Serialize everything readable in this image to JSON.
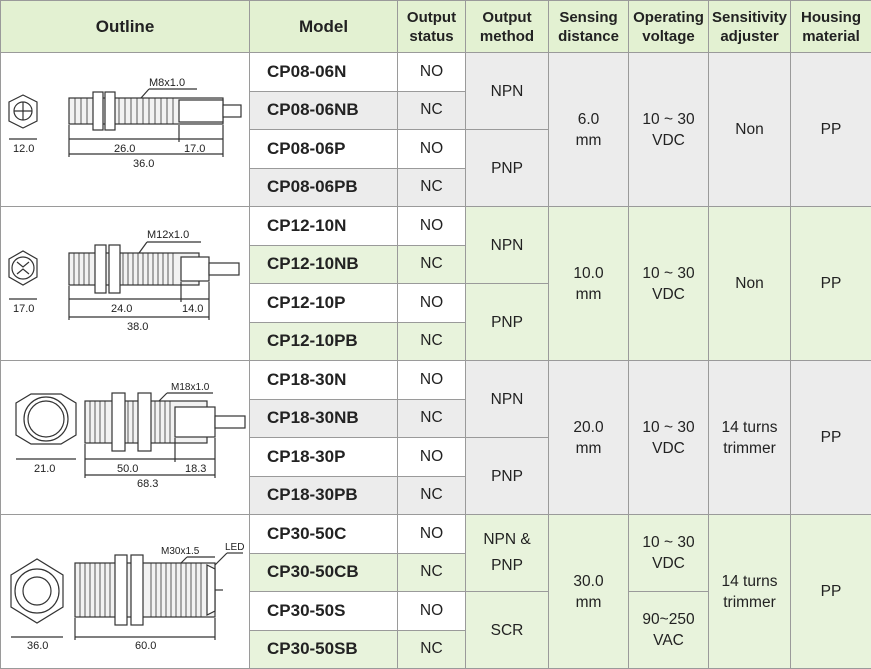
{
  "headers": {
    "outline": "Outline",
    "model": "Model",
    "output_status": [
      "Output",
      "status"
    ],
    "output_method": [
      "Output",
      "method"
    ],
    "sensing_distance": [
      "Sensing",
      "distance"
    ],
    "operating_voltage": [
      "Operating",
      "voltage"
    ],
    "sensitivity_adjuster": [
      "Sensitivity",
      "adjuster"
    ],
    "housing_material": [
      "Housing",
      "material"
    ]
  },
  "groups": [
    {
      "outline_labels": {
        "thread": "M8x1.0",
        "hex": "12.0",
        "a": "26.0",
        "b": "17.0",
        "total": "36.0"
      },
      "rows": [
        {
          "model": "CP08-06N",
          "status": "NO"
        },
        {
          "model": "CP08-06NB",
          "status": "NC"
        },
        {
          "model": "CP08-06P",
          "status": "NO"
        },
        {
          "model": "CP08-06PB",
          "status": "NC"
        }
      ],
      "method": [
        [
          "NPN"
        ],
        [
          "PNP"
        ]
      ],
      "distance": [
        "6.0",
        "mm"
      ],
      "voltage": [
        [
          "10 ~ 30",
          "VDC"
        ]
      ],
      "adjuster": [
        "Non"
      ],
      "material": "PP"
    },
    {
      "outline_labels": {
        "thread": "M12x1.0",
        "hex": "17.0",
        "a": "24.0",
        "b": "14.0",
        "total": "38.0"
      },
      "rows": [
        {
          "model": "CP12-10N",
          "status": "NO"
        },
        {
          "model": "CP12-10NB",
          "status": "NC"
        },
        {
          "model": "CP12-10P",
          "status": "NO"
        },
        {
          "model": "CP12-10PB",
          "status": "NC"
        }
      ],
      "method": [
        [
          "NPN"
        ],
        [
          "PNP"
        ]
      ],
      "distance": [
        "10.0",
        "mm"
      ],
      "voltage": [
        [
          "10 ~ 30",
          "VDC"
        ]
      ],
      "adjuster": [
        "Non"
      ],
      "material": "PP"
    },
    {
      "outline_labels": {
        "thread": "M18x1.0",
        "hex": "21.0",
        "a": "50.0",
        "b": "18.3",
        "total": "68.3"
      },
      "rows": [
        {
          "model": "CP18-30N",
          "status": "NO"
        },
        {
          "model": "CP18-30NB",
          "status": "NC"
        },
        {
          "model": "CP18-30P",
          "status": "NO"
        },
        {
          "model": "CP18-30PB",
          "status": "NC"
        }
      ],
      "method": [
        [
          "NPN"
        ],
        [
          "PNP"
        ]
      ],
      "distance": [
        "20.0",
        "mm"
      ],
      "voltage": [
        [
          "10 ~ 30",
          "VDC"
        ]
      ],
      "adjuster": [
        "14 turns",
        "trimmer"
      ],
      "material": "PP"
    },
    {
      "outline_labels": {
        "thread": "M30x1.5",
        "hex": "36.0",
        "a": "60.0",
        "led": "LED"
      },
      "rows": [
        {
          "model": "CP30-50C",
          "status": "NO"
        },
        {
          "model": "CP30-50CB",
          "status": "NC"
        },
        {
          "model": "CP30-50S",
          "status": "NO"
        },
        {
          "model": "CP30-50SB",
          "status": "NC"
        }
      ],
      "method": [
        [
          "NPN &",
          "PNP"
        ],
        [
          "SCR"
        ]
      ],
      "distance": [
        "30.0",
        "mm"
      ],
      "voltage": [
        [
          "10 ~ 30",
          "VDC"
        ],
        [
          "90~250",
          "VAC"
        ]
      ],
      "adjuster": [
        "14 turns",
        "trimmer"
      ],
      "material": "PP"
    }
  ]
}
